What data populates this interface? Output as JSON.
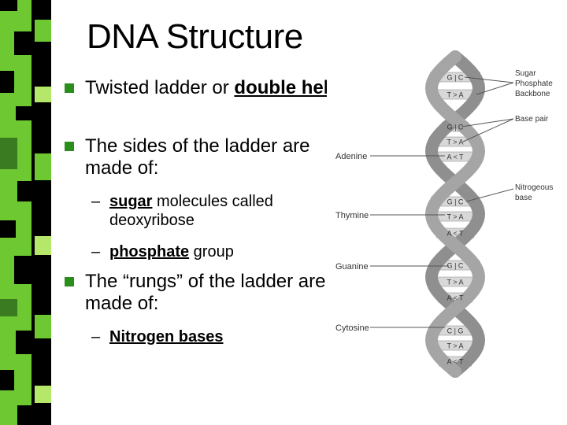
{
  "slide": {
    "title": "DNA Structure",
    "bullets": [
      {
        "pre": "Twisted ladder or ",
        "emph": "double helix",
        "post": ""
      },
      {
        "text": "The sides of the ladder are made of:"
      },
      {
        "text": "The “rungs” of the ladder are made of:"
      }
    ],
    "sub_bullets": [
      {
        "dash": "–",
        "emph": "sugar",
        "post": " molecules called deoxyribose"
      },
      {
        "dash": "–",
        "emph": "phosphate",
        "post": " group"
      },
      {
        "dash": "–",
        "emph": "Nitrogen bases",
        "post": ""
      }
    ]
  },
  "diagram": {
    "labels": {
      "backbone": [
        "Sugar",
        "Phosphate",
        "Backbone"
      ],
      "base_pair": "Base pair",
      "nitrogenous": [
        "Nitrogeous",
        "base"
      ],
      "adenine": "Adenine",
      "thymine": "Thymine",
      "guanine": "Guanine",
      "cytosine": "Cytosine"
    },
    "pairs": [
      "G | C",
      "T > A",
      "G | C",
      "T > A",
      "A < T",
      "G | C",
      "T > A",
      "A < T",
      "G | C",
      "T > A",
      "A < T",
      "C | G",
      "T > A",
      "A < T"
    ]
  },
  "colors": {
    "bullet": "#2a8d1c",
    "stripe_green": "#5fc22a",
    "stripe_black": "#000000",
    "strand": "#8f8f8f"
  }
}
